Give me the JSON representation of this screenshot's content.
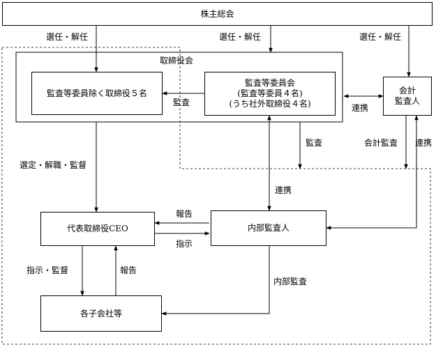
{
  "nodes": {
    "shareholders": "株主総会",
    "board": "取締役会",
    "directors": "監査等委員除く取締役５名",
    "audit_committee": [
      "監査等委員会",
      "(監査等委員４名)",
      "(うち社外取締役４名)"
    ],
    "accounting_auditor": [
      "会計",
      "監査人"
    ],
    "ceo": "代表取締役CEO",
    "internal_audit": "内部監査人",
    "subsidiaries": "各子会社等"
  },
  "edges": {
    "elect_1": "選任・解任",
    "elect_2": "選任・解任",
    "elect_3": "選任・解任",
    "audit_directors": "監査",
    "collab_accounting": "連携",
    "audit_down": "監査",
    "accounting_audit": "会計監査",
    "collab_right": "連携",
    "appoint": "選定・解職・監督",
    "collab_internal": "連携",
    "report_ceo": "報告",
    "instruct_internal": "指示",
    "instruct_supervise": "指示・監督",
    "report_sub": "報告",
    "internal_audit_sub": "内部監査"
  }
}
